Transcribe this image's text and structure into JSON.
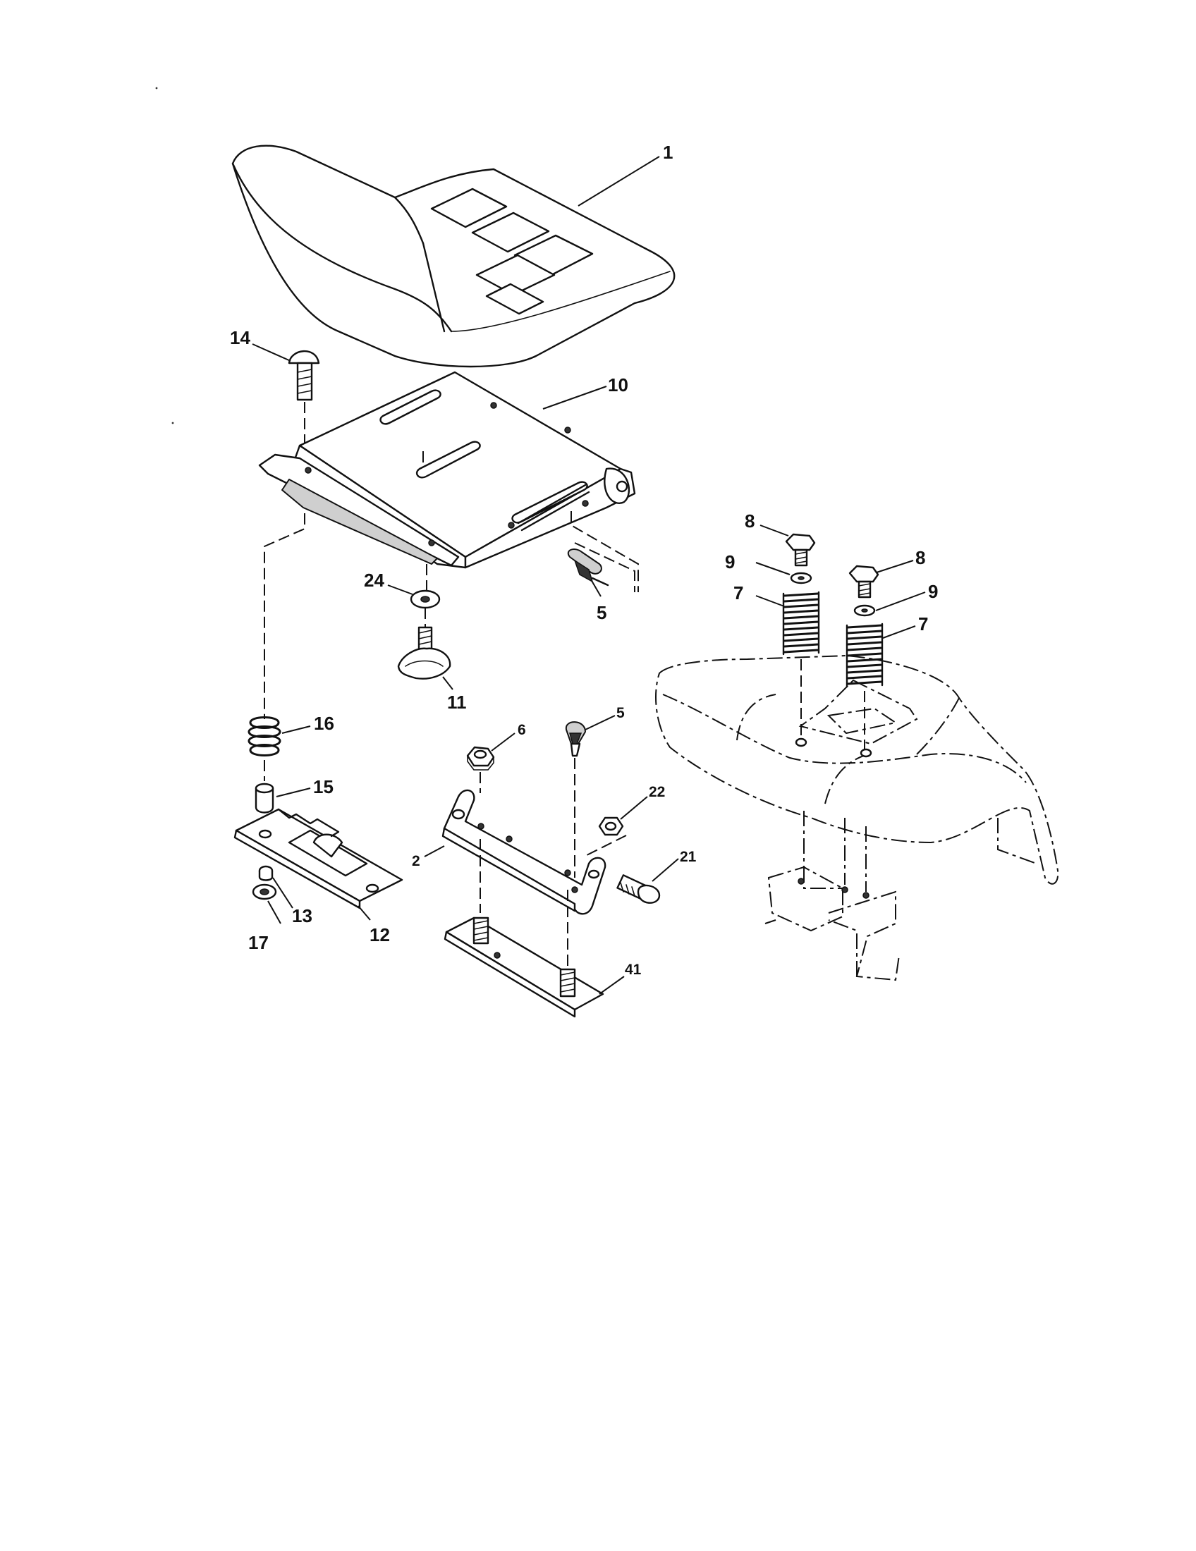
{
  "callouts": {
    "c1": "1",
    "c14": "14",
    "c10": "10",
    "c8a": "8",
    "c9a": "9",
    "c7a": "7",
    "c8b": "8",
    "c9b": "9",
    "c7b": "7",
    "c24": "24",
    "c5a": "5",
    "c11": "11",
    "c16": "16",
    "c6": "6",
    "c5b": "5",
    "c15": "15",
    "c22": "22",
    "c21": "21",
    "c2": "2",
    "c13": "13",
    "c12": "12",
    "c17": "17",
    "c41": "41"
  }
}
